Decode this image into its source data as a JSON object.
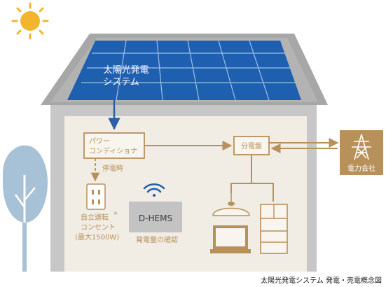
{
  "solar": {
    "line1": "太陽光発電",
    "line2": "システム"
  },
  "pcs": {
    "line1": "パワー",
    "line2": "コンディショナ"
  },
  "power_outage": "停電時",
  "outlet_label": {
    "line1": "自立運転",
    "mark": "※",
    "line2": "コンセント",
    "line3": "(最大1500W)"
  },
  "dhems": {
    "title": "D-HEMS",
    "caption": "発電量の確認"
  },
  "breaker": "分電盤",
  "utility": "電力会社",
  "footer": "太陽光発電システム 発電・売電概念図",
  "colors": {
    "flow_line": "#b8905a",
    "house_wall": "#c7c7c7",
    "house_floor": "#f1ede5",
    "roof": "#a7a7a7",
    "panel": "#1f5fb0",
    "sun": "#f3b52c",
    "tree": "#a7c2d6",
    "utility_bg": "#b8905a",
    "pcs_arrow": "#2d5da3",
    "dhems_box": "#c3c3c3"
  }
}
